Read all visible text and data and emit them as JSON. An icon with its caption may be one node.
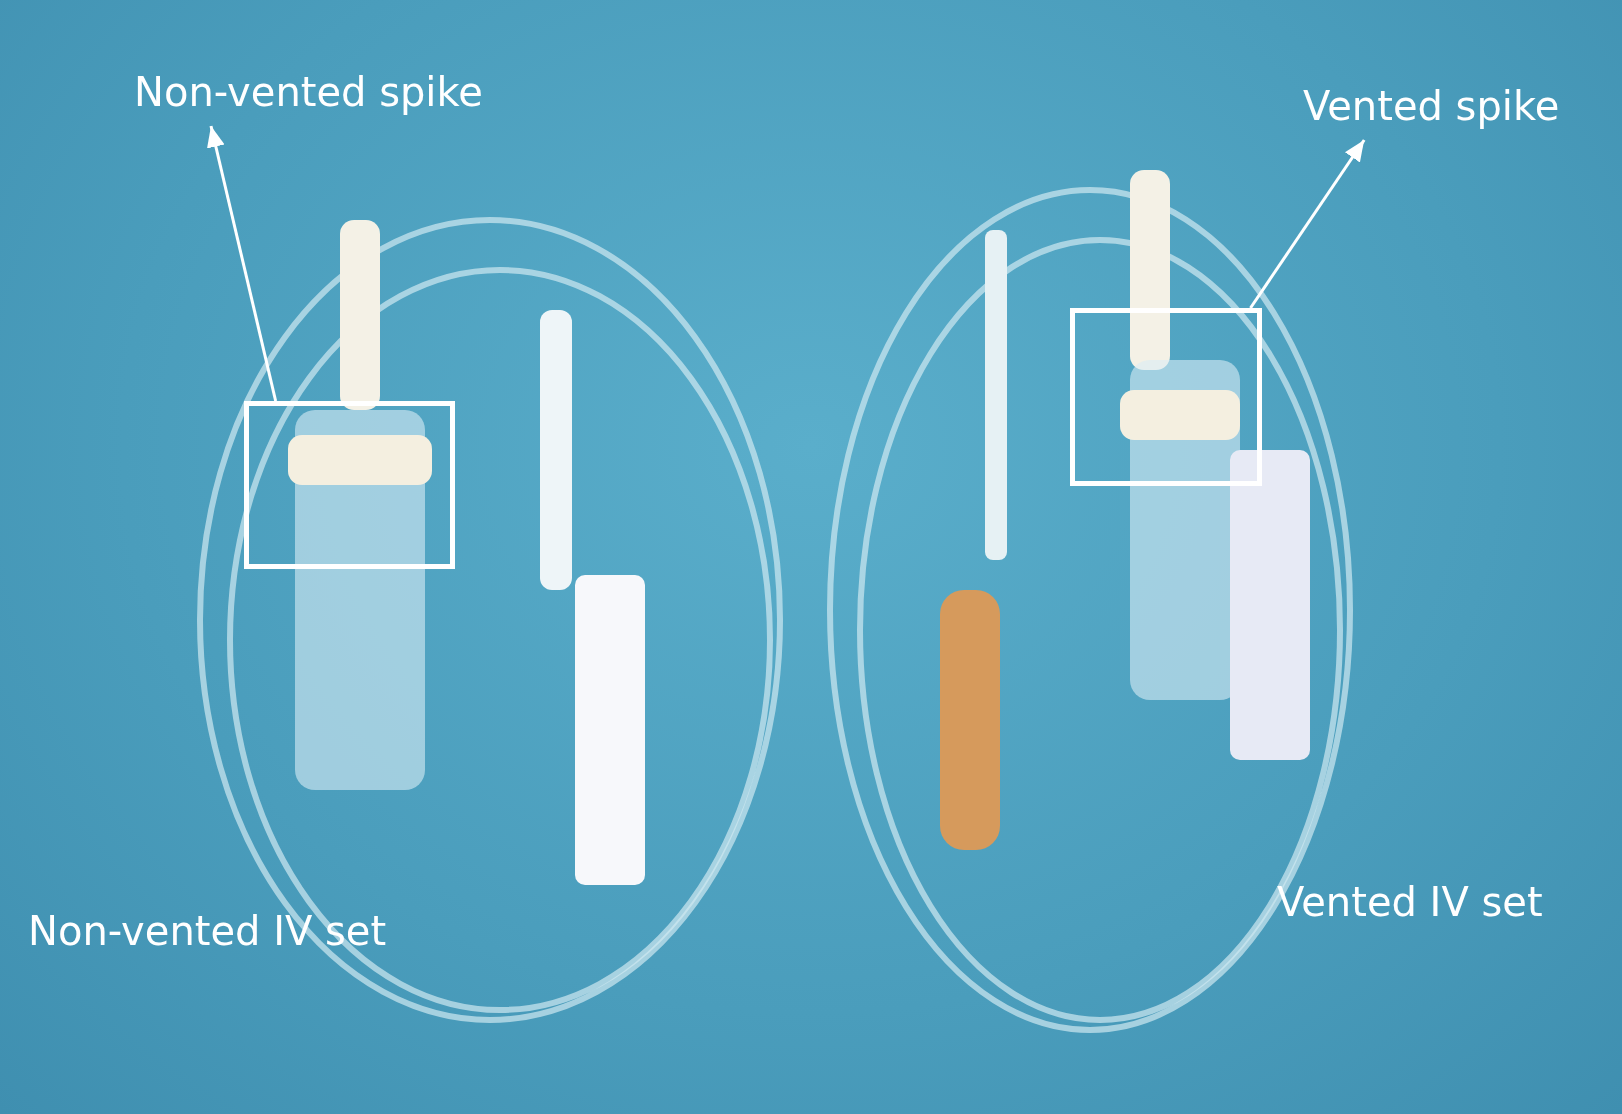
{
  "diagram": {
    "nodes": [
      {
        "text": [
          "Non-vented spike"
        ]
      },
      {
        "text": [],
        "shape": "box"
      },
      {
        "text": [
          "Vented spike"
        ]
      },
      {
        "text": [],
        "shape": "box"
      }
    ],
    "edges": [
      {
        "from": 1,
        "to": 0,
        "arrow": "to"
      },
      {
        "from": 3,
        "to": 2,
        "arrow": "to"
      }
    ],
    "labels": [
      "Non-vented IV set",
      "Vented IV set"
    ]
  }
}
